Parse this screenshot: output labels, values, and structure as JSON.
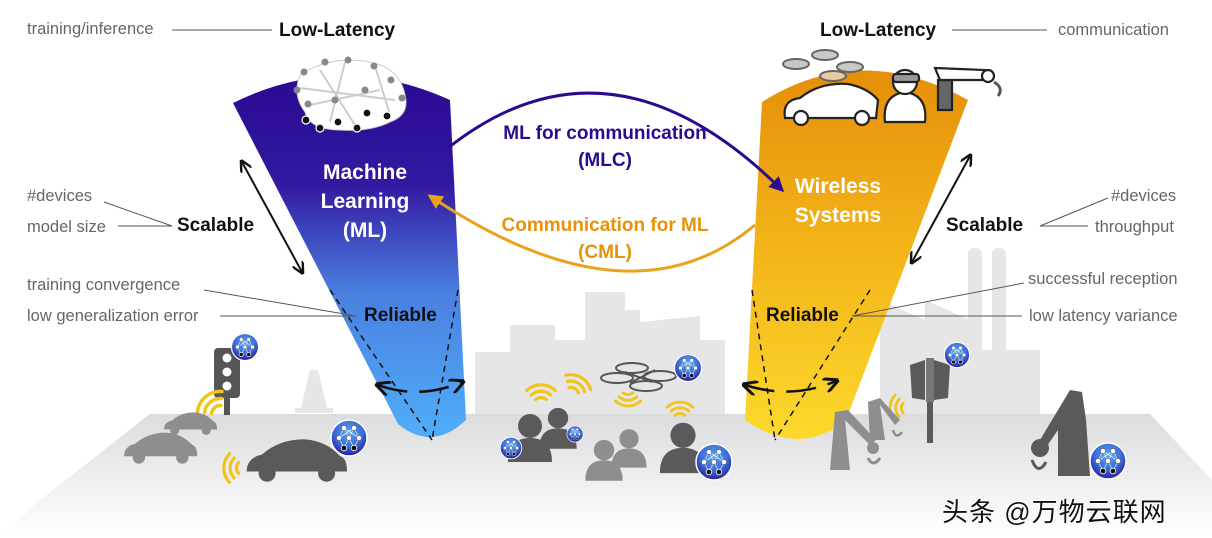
{
  "left": {
    "top_note": "training/inference",
    "latency": "Low-Latency",
    "cone_title": [
      "Machine",
      "Learning",
      "(ML)"
    ],
    "scalable": "Scalable",
    "scalable_notes": [
      "#devices",
      "model size"
    ],
    "reliable": "Reliable",
    "reliable_notes": [
      "training convergence",
      "low generalization error"
    ]
  },
  "right": {
    "top_note": "communication",
    "latency": "Low-Latency",
    "cone_title": [
      "Wireless",
      "Systems"
    ],
    "scalable": "Scalable",
    "scalable_notes": [
      "#devices",
      "throughput"
    ],
    "reliable": "Reliable",
    "reliable_notes": [
      "successful reception",
      "low latency variance"
    ]
  },
  "arcs": {
    "mlc": [
      "ML for communication",
      "(MLC)"
    ],
    "cml": [
      "Communication for ML",
      "(CML)"
    ]
  },
  "colors": {
    "ml_top": "#2a0a92",
    "ml_bottom": "#4aa8f8",
    "ws_top": "#e8920a",
    "ws_bottom": "#fcd82a",
    "mlc_arrow": "#2b0a8f",
    "cml_arrow": "#e8a21c",
    "ground": "#e4e4e6",
    "icon_dark": "#5a5a5a",
    "icon_light": "#8e8e8e",
    "signal": "#f2c318"
  },
  "watermark": "头条 @万物云联网"
}
